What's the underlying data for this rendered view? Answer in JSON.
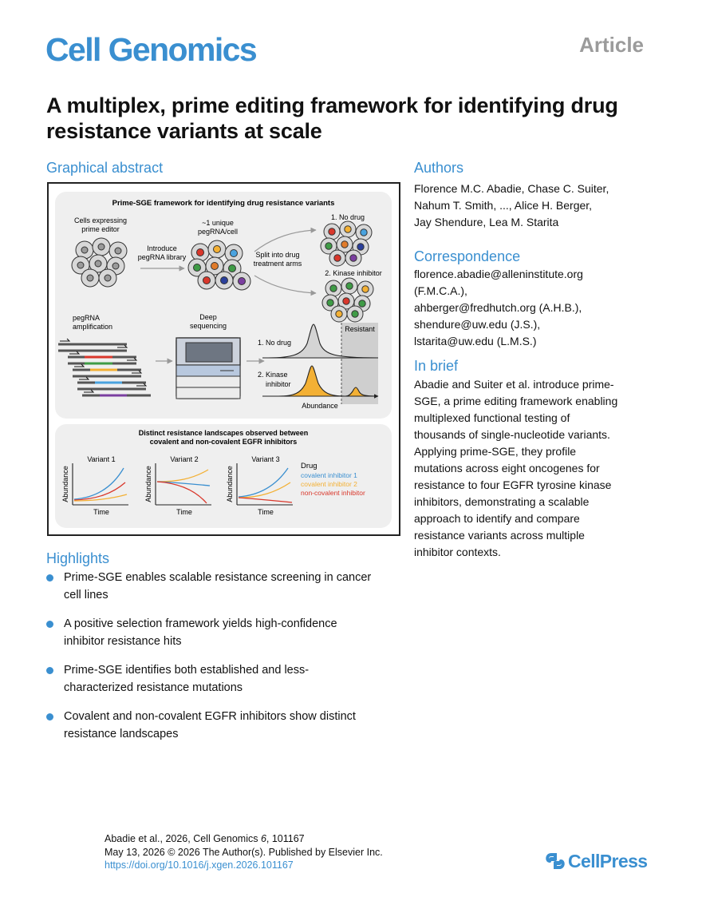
{
  "header": {
    "journal": "Cell Genomics",
    "article_type": "Article"
  },
  "title": "A multiplex, prime editing framework for identifying drug resistance variants at scale",
  "graphical_abstract": {
    "heading": "Graphical abstract",
    "panel1": {
      "title": "Prime-SGE framework for identifying drug resistance variants",
      "cells_label_1": "Cells expressing",
      "cells_label_2": "prime editor",
      "introduce_1": "Introduce",
      "introduce_2": "pegRNA library",
      "unique_1": "~1 unique",
      "unique_2": "pegRNA/cell",
      "split_1": "Split into drug",
      "split_2": "treatment arms",
      "no_drug_top": "1. No drug",
      "kinase_top": "2. Kinase inhibitor",
      "amp_1": "pegRNA",
      "amp_2": "amplification",
      "deep_1": "Deep",
      "deep_2": "sequencing",
      "resistant": "Resistant",
      "dist_no_drug": "1. No drug",
      "dist_kinase_1": "2. Kinase",
      "dist_kinase_2": "inhibitor",
      "abundance": "Abundance"
    },
    "panel2": {
      "title_1": "Distinct resistance landscapes observed between",
      "title_2": "covalent and non-covalent EGFR inhibitors",
      "variants": [
        "Variant 1",
        "Variant 2",
        "Variant 3"
      ],
      "y_axis": "Abundance",
      "x_axis": "Time",
      "legend_title": "Drug",
      "legend": [
        {
          "label": "covalent inhibitor 1",
          "color": "#3a8fd0"
        },
        {
          "label": "covalent inhibitor 2",
          "color": "#f3b034"
        },
        {
          "label": "non-covalent inhibitor",
          "color": "#d9372b"
        }
      ]
    }
  },
  "authors": {
    "heading": "Authors",
    "lines": [
      "Florence M.C. Abadie, Chase C. Suiter,",
      "Nahum T. Smith, ..., Alice H. Berger,",
      "Jay Shendure, Lea M. Starita"
    ]
  },
  "correspondence": {
    "heading": "Correspondence",
    "lines": [
      "florence.abadie@alleninstitute.org",
      "(F.M.C.A.),",
      "ahberger@fredhutch.org (A.H.B.),",
      "shendure@uw.edu (J.S.),",
      "lstarita@uw.edu (L.M.S.)"
    ]
  },
  "in_brief": {
    "heading": "In brief",
    "lines": [
      "Abadie and Suiter et al. introduce prime-",
      "SGE, a prime editing framework enabling",
      "multiplexed functional testing of",
      "thousands of single-nucleotide variants.",
      "Applying prime-SGE, they profile",
      "mutations across eight oncogenes for",
      "resistance to four EGFR tyrosine kinase",
      "inhibitors, demonstrating a scalable",
      "approach to identify and compare",
      "resistance variants across multiple",
      "inhibitor contexts."
    ]
  },
  "highlights": {
    "heading": "Highlights",
    "items": [
      {
        "line1": "Prime-SGE enables scalable resistance screening in cancer",
        "line2": "cell lines"
      },
      {
        "line1": "A positive selection framework yields high-confidence",
        "line2": "inhibitor resistance hits"
      },
      {
        "line1": "Prime-SGE identifies both established and less-",
        "line2": "characterized resistance mutations"
      },
      {
        "line1": "Covalent and non-covalent EGFR inhibitors show distinct",
        "line2": "resistance landscapes"
      }
    ]
  },
  "citation": {
    "line1_pre": "Abadie et al., 2026, Cell Genomics ",
    "volume": "6",
    "line1_post": ", 101167",
    "line2": "May 13, 2026 © 2026 The Author(s). Published by Elsevier Inc.",
    "doi": "https://doi.org/10.1016/j.xgen.2026.101167"
  },
  "publisher": "CellPress",
  "colors": {
    "accent": "#3a8fd0",
    "panel_bg": "#f0f0f0",
    "gray_label": "#9b9b9b"
  }
}
